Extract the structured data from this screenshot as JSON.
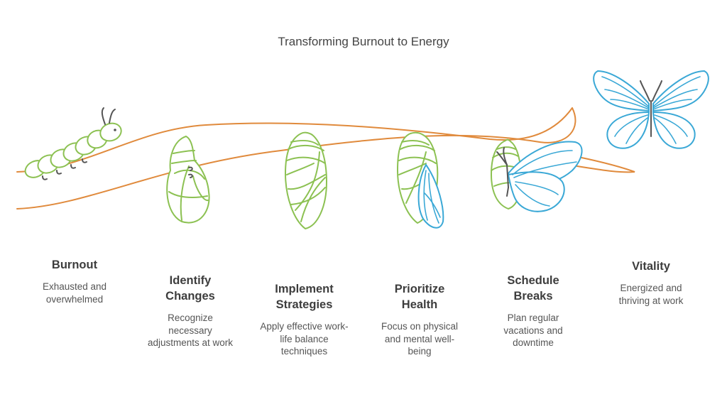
{
  "title": "Transforming Burnout to Energy",
  "colors": {
    "branch": "#e08a3c",
    "caterpillar": "#8cc152",
    "wing": "#3aa8d6",
    "legs": "#555555",
    "text": "#444444"
  },
  "stages": [
    {
      "title": "Burnout",
      "description": "Exhausted and\noverwhelmed",
      "icon": "caterpillar-icon"
    },
    {
      "title": "Identify\nChanges",
      "description": "Recognize\nnecessary\nadjustments at work",
      "icon": "pupa-icon"
    },
    {
      "title": "Implement\nStrategies",
      "description": "Apply effective work-\nlife balance\ntechniques",
      "icon": "chrysalis-icon"
    },
    {
      "title": "Prioritize\nHealth",
      "description": "Focus on physical\nand mental well-\nbeing",
      "icon": "emerging-wing-icon"
    },
    {
      "title": "Schedule\nBreaks",
      "description": "Plan regular\nvacations and\ndowntime",
      "icon": "emerging-butterfly-icon"
    },
    {
      "title": "Vitality",
      "description": "Energized and\nthriving at work",
      "icon": "butterfly-icon"
    }
  ]
}
